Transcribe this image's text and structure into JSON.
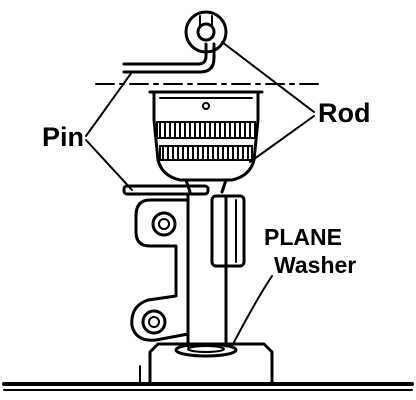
{
  "labels": {
    "pin": "Pin",
    "rod": "Rod",
    "plane": "PLANE",
    "washer": "Washer"
  },
  "colors": {
    "ink": "#000000",
    "paper": "#ffffff"
  }
}
